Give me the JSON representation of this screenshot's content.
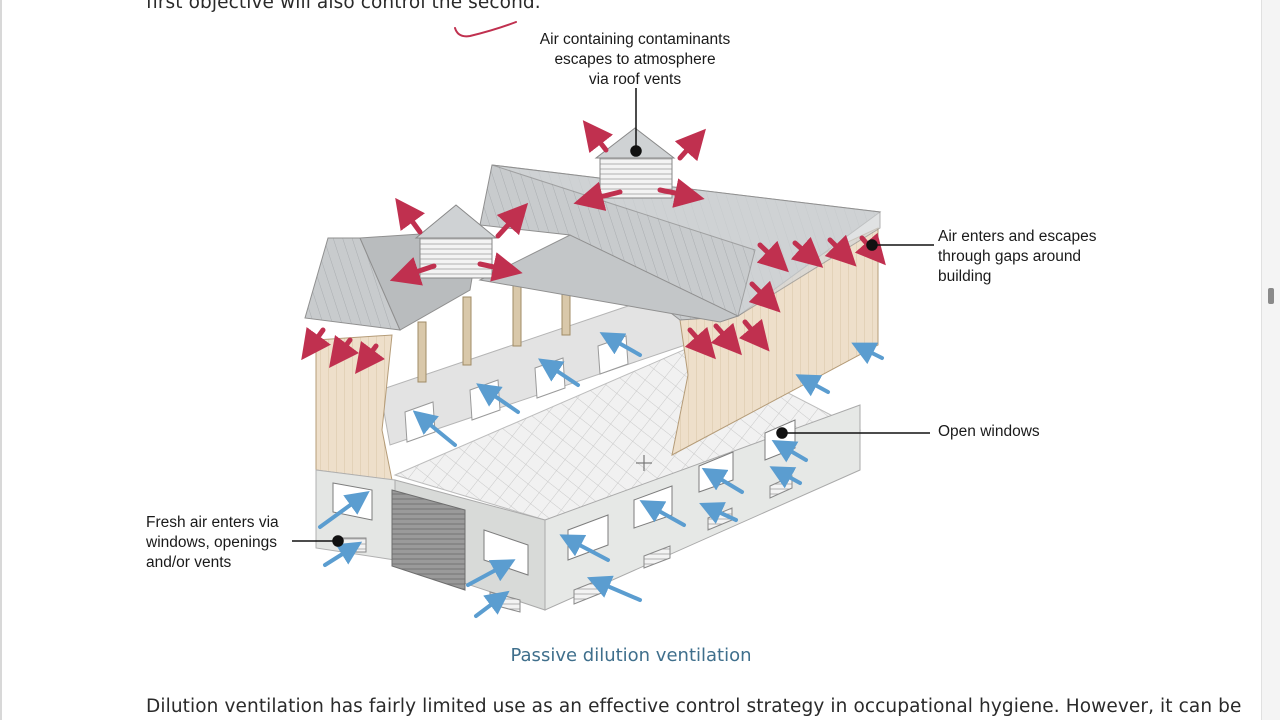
{
  "document": {
    "top_text": "first objective will also control the second.",
    "bottom_text": "Dilution ventilation has fairly limited use as an effective control strategy in occupational hygiene. However, it can be",
    "caption": "Passive dilution ventilation"
  },
  "callouts": {
    "roof_vents": [
      "Air containing contaminants",
      "escapes to atmosphere",
      "via roof vents"
    ],
    "gaps": [
      "Air enters and escapes",
      "through gaps around",
      "building"
    ],
    "windows": [
      "Open windows"
    ],
    "fresh_air": [
      "Fresh air enters via",
      "windows, openings",
      "and/or vents"
    ]
  },
  "colors": {
    "outflow_arrow": "#c0304f",
    "inflow_arrow": "#5b9dd0",
    "cladding": "#eedfca",
    "roof": "#c9ccce",
    "caption": "#3f6f8c",
    "annotation_ink": "#c0304f"
  }
}
